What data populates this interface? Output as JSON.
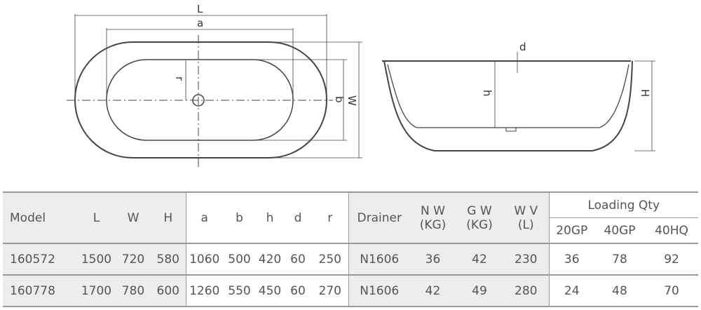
{
  "drawing": {
    "labels": {
      "L": "L",
      "a": "a",
      "r": "r",
      "b": "b",
      "W": "W",
      "d": "d",
      "h": "h",
      "H": "H"
    }
  },
  "table": {
    "headers": {
      "model": "Model",
      "L": "L",
      "W": "W",
      "H": "H",
      "a": "a",
      "b": "b",
      "h": "h",
      "d": "d",
      "r": "r",
      "drainer": "Drainer",
      "nw": "N W",
      "nw_unit": "(KG)",
      "gw": "G W",
      "gw_unit": "(KG)",
      "wv": "W V",
      "wv_unit": "(L)",
      "loading": "Loading Qty",
      "q20gp": "20GP",
      "q40gp": "40GP",
      "q40hq": "40HQ"
    },
    "rows": [
      {
        "model": "160572",
        "L": "1500",
        "W": "720",
        "H": "580",
        "a": "1060",
        "b": "500",
        "h": "420",
        "d": "60",
        "r": "250",
        "drainer": "N1606",
        "nw": "36",
        "gw": "42",
        "wv": "230",
        "q20gp": "36",
        "q40gp": "78",
        "q40hq": "92"
      },
      {
        "model": "160778",
        "L": "1700",
        "W": "780",
        "H": "600",
        "a": "1260",
        "b": "550",
        "h": "450",
        "d": "60",
        "r": "270",
        "drainer": "N1606",
        "nw": "42",
        "gw": "49",
        "wv": "280",
        "q20gp": "24",
        "q40gp": "48",
        "q40hq": "70"
      }
    ]
  }
}
